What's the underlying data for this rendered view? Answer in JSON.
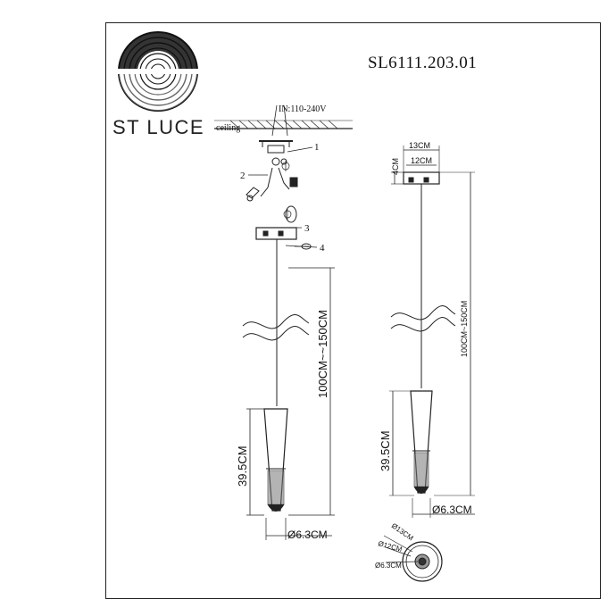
{
  "brand": {
    "name": "ST LUCE"
  },
  "model": {
    "code": "SL6111.203.01"
  },
  "labels": {
    "voltage": "IN:110-240V",
    "ceiling": "ceiling",
    "callouts": [
      "1",
      "2",
      "3",
      "4"
    ]
  },
  "dimensions": {
    "cord_length": "100CM~~150CM",
    "cord_length_side": "100CM~150CM",
    "shade_height": "39.5CM",
    "shade_diameter": "Ø6.3CM",
    "canopy_width": "13CM",
    "canopy_inner_width": "12CM",
    "canopy_height": "4CM",
    "bottom_d13": "Ø13CM",
    "bottom_d12": "Ø12CM",
    "bottom_d63": "Ø6.3CM"
  },
  "colors": {
    "line": "#222222",
    "frame": "#222222"
  }
}
